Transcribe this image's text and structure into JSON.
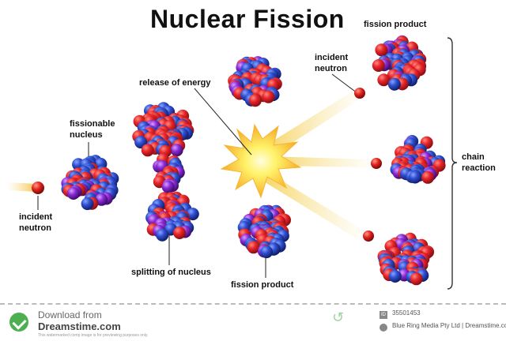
{
  "title": "Nuclear Fission",
  "labels": {
    "fission_product_top": "fission product",
    "incident_neutron_top": "incident\nneutron",
    "release_of_energy": "release of energy",
    "fissionable_nucleus": "fissionable\nnucleus",
    "incident_neutron_left": "incident\nneutron",
    "splitting_of_nucleus": "splitting of nucleus",
    "fission_product_bottom": "fission product",
    "chain_reaction": "chain\nreaction"
  },
  "colors": {
    "proton": "#d8262a",
    "neutron_particle": "#2f4fd0",
    "purple": "#8a2bd6",
    "incident_neutron": "#e0221c",
    "energy_core": "#fff36a",
    "energy_edge": "#f4a020",
    "beam": "#f5d54a"
  },
  "footer": {
    "download": "Download from",
    "site": "Dreamstime.com",
    "note": "This watermarked comp image is for previewing purposes only.",
    "id_icon": "ID",
    "id": "35501453",
    "credit": "Blue Ring Media Pty Ltd | Dreamstime.com"
  }
}
